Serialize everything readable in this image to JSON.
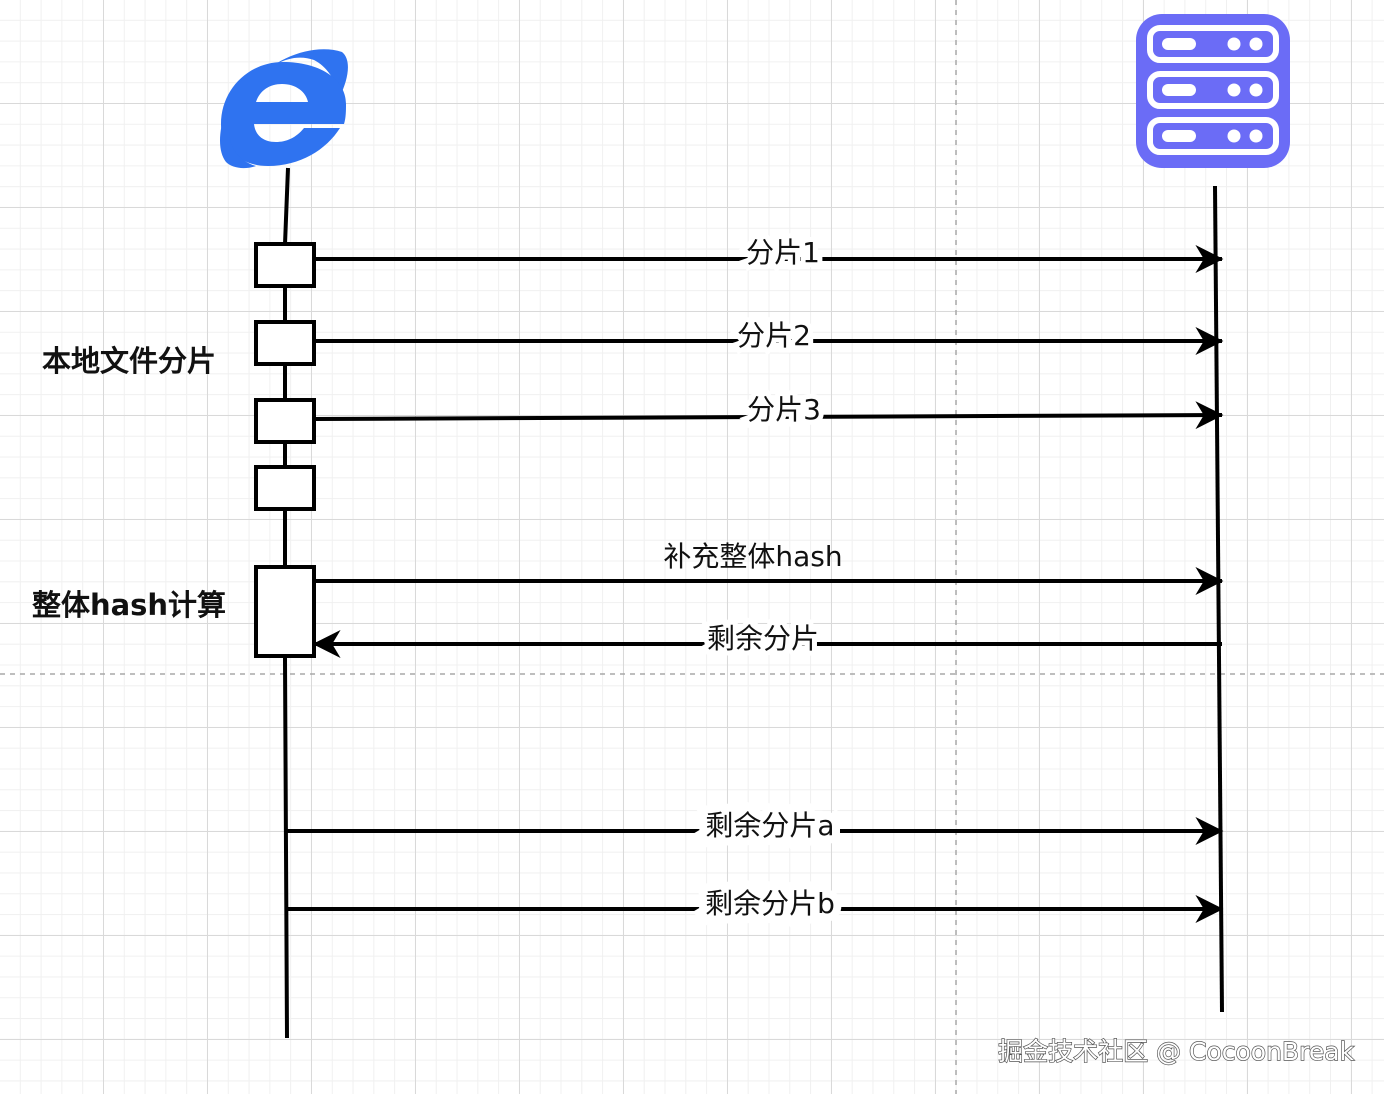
{
  "participants": {
    "client_icon": "internet-explorer-icon",
    "server_icon": "server-rack-icon",
    "client_color": "#2f73f0",
    "server_color": "#6b6cf6"
  },
  "side_labels": {
    "local_split": "本地文件分片",
    "hash_calc": "整体hash计算"
  },
  "messages": [
    {
      "label": "分片1",
      "direction": "to-server"
    },
    {
      "label": "分片2",
      "direction": "to-server"
    },
    {
      "label": "分片3",
      "direction": "to-server"
    },
    {
      "label": "补充整体hash",
      "direction": "to-server"
    },
    {
      "label": "剩余分片",
      "direction": "to-client"
    },
    {
      "label": "剩余分片a",
      "direction": "to-server"
    },
    {
      "label": "剩余分片b",
      "direction": "to-server"
    }
  ],
  "watermark": "掘金技术社区 @ CocoonBreak"
}
